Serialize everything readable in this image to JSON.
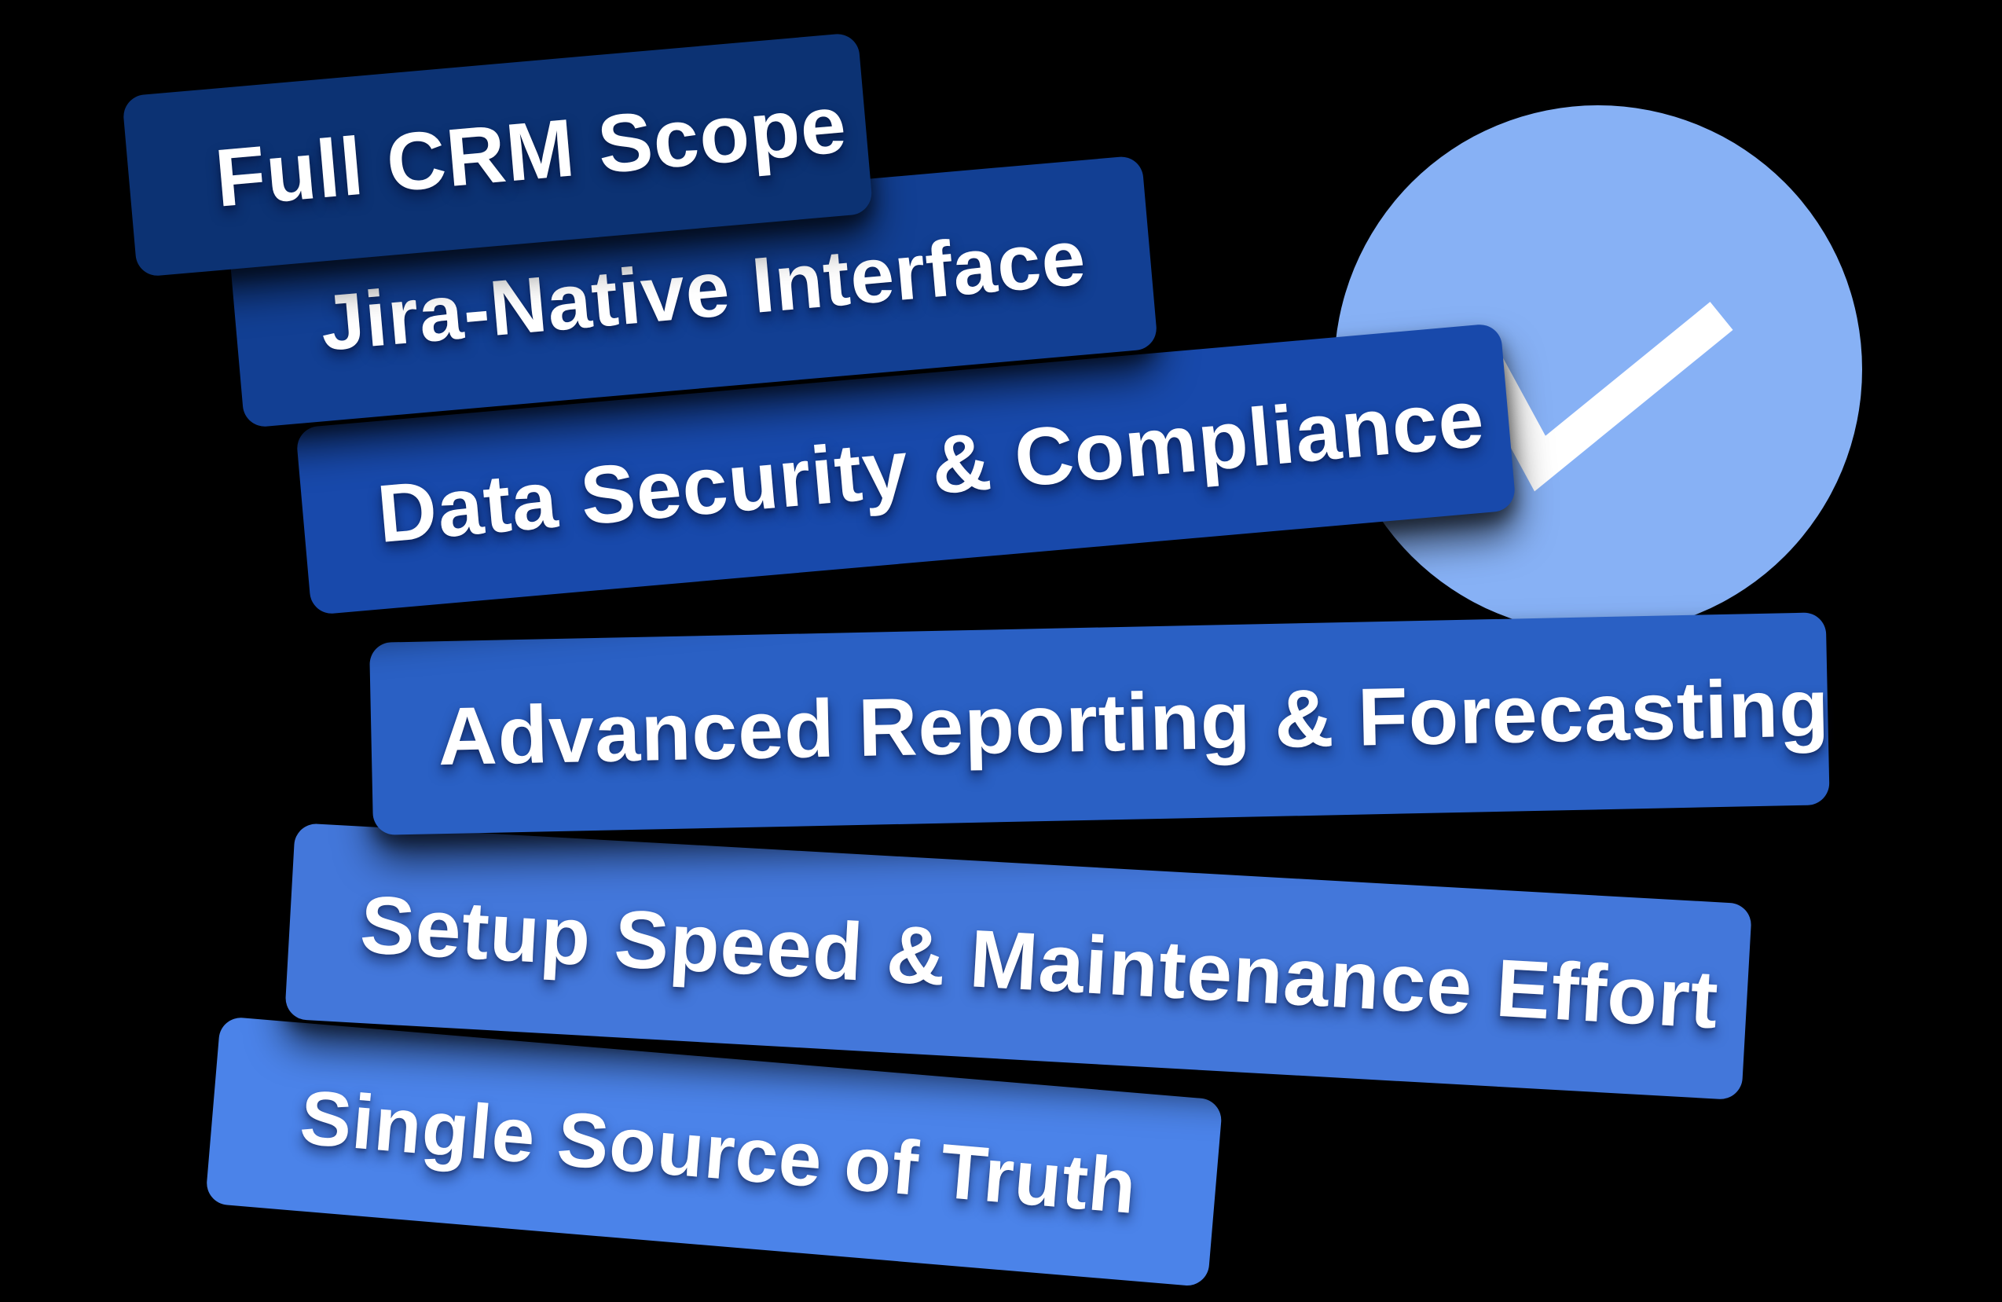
{
  "background_color": "#000000",
  "text_color": "#ffffff",
  "badge": {
    "shape": "circle",
    "color": "#87b1f5",
    "icon": "checkmark",
    "checkmark_color": "#ffffff"
  },
  "banners": [
    {
      "label": "Full CRM Scope",
      "color": "#0c3273"
    },
    {
      "label": "Jira-Native Interface",
      "color": "#123f93"
    },
    {
      "label": "Data Security & Compliance",
      "color": "#1849ab"
    },
    {
      "label": "Advanced Reporting & Forecasting",
      "color": "#2a60c4"
    },
    {
      "label": "Setup Speed & Maintenance Effort",
      "color": "#4377da"
    },
    {
      "label": "Single Source of Truth",
      "color": "#4b83e9"
    }
  ]
}
